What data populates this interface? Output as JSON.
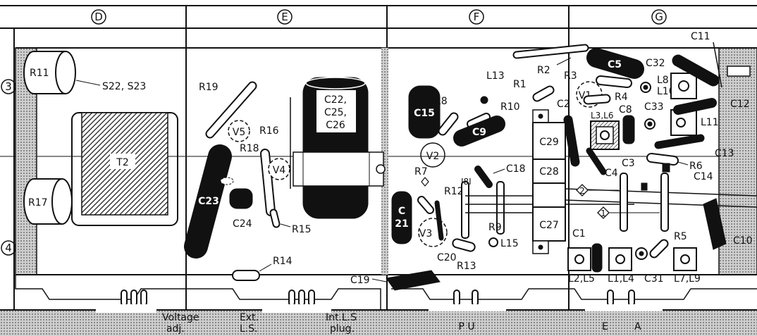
{
  "columns": [
    "D",
    "E",
    "F",
    "G"
  ],
  "rows": [
    "3",
    "4"
  ],
  "components": {
    "R11": "R11",
    "R17": "R17",
    "T2": "T2",
    "S22": "S22, S23",
    "R19": "R19",
    "V5": "V5",
    "R16": "R16",
    "R18": "R18",
    "V4": "V4",
    "C23": "C23",
    "C24": "C24",
    "R15": "R15",
    "R14": "R14",
    "C22a": "C22,",
    "C22b": "C25,",
    "C22c": "C26",
    "C15": "C15",
    "R8": "R8",
    "L13": "L13",
    "R10": "R10",
    "C9": "C9",
    "V2": "V2",
    "R7": "R7",
    "R12": "R12",
    "C18": "C18",
    "R11b": "Ι8Ι",
    "C21a": "C",
    "C21b": "21",
    "V3": "V3",
    "C20": "C20",
    "R13": "R13",
    "R9": "R9",
    "L15": "L15",
    "C19": "C19",
    "R2": "R2",
    "R1": "R1",
    "R3": "R3",
    "C5": "C5",
    "V1": "V1",
    "R4": "R4",
    "C2": "C2",
    "C32": "C32",
    "L8": "L8",
    "L10": "L10",
    "C11": "C11",
    "L3L6": "L3,L6",
    "C8": "C8",
    "C33": "C33",
    "L11": "L11",
    "C12": "C12",
    "C29": "C29",
    "C28": "C28",
    "C27": "C27",
    "C3": "C3",
    "C4": "C4",
    "C13": "C13",
    "R6": "R6",
    "C14": "C14",
    "C1": "C1",
    "R5": "R5",
    "C10": "C10",
    "C31": "C31",
    "L2L5": "L2,L5",
    "L1L4": "L1,L4",
    "L7L9": "L7,L9"
  },
  "bottom": {
    "voltage": "Voltage",
    "adj": "adj.",
    "ext": "Ext.",
    "ls": "L.S.",
    "int": "Int.L.S",
    "plug": "plug.",
    "pu": "P U",
    "e": "E",
    "a": "A"
  },
  "markers": {
    "two": "2",
    "one": "1"
  }
}
